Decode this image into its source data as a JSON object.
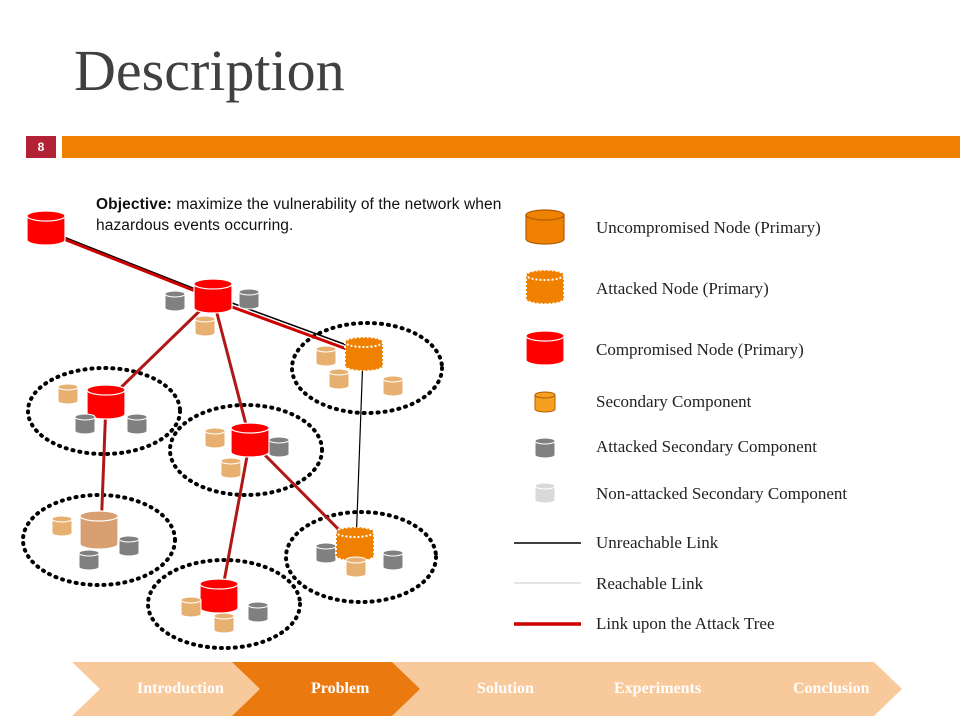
{
  "slide": {
    "title": "Description",
    "number": "8"
  },
  "objective": {
    "bold": "Objective:",
    "text": " maximize the vulnerability of the network when hazardous events occurring."
  },
  "legend": [
    {
      "label": "Uncompromised Node (Primary)",
      "icon": "orange-cylinder-icon"
    },
    {
      "label": "Attacked Node (Primary)",
      "icon": "dotted-orange-cylinder-icon"
    },
    {
      "label": "Compromised Node (Primary)",
      "icon": "red-cylinder-icon"
    },
    {
      "label": "Secondary Component",
      "icon": "small-orange-cylinder-icon"
    },
    {
      "label": "Attacked Secondary Component",
      "icon": "small-gray-cylinder-icon"
    },
    {
      "label": "Non-attacked Secondary Component",
      "icon": "small-lightgray-cylinder-icon"
    },
    {
      "label": "Unreachable Link",
      "icon": "black-line-icon"
    },
    {
      "label": "Reachable Link",
      "icon": "gray-line-icon"
    },
    {
      "label": "Link upon the Attack Tree",
      "icon": "red-line-icon"
    }
  ],
  "colors": {
    "accent_orange": "#f08000",
    "slide_num_bg": "#b22234",
    "compromised_red": "#ff0000",
    "secondary_tan": "#e8b070",
    "attacked_gray": "#808080"
  },
  "nav": [
    {
      "label": "Introduction",
      "active": false
    },
    {
      "label": "Problem",
      "active": true
    },
    {
      "label": "Solution",
      "active": false
    },
    {
      "label": "Experiments",
      "active": false
    },
    {
      "label": "Conclusion",
      "active": false
    }
  ]
}
